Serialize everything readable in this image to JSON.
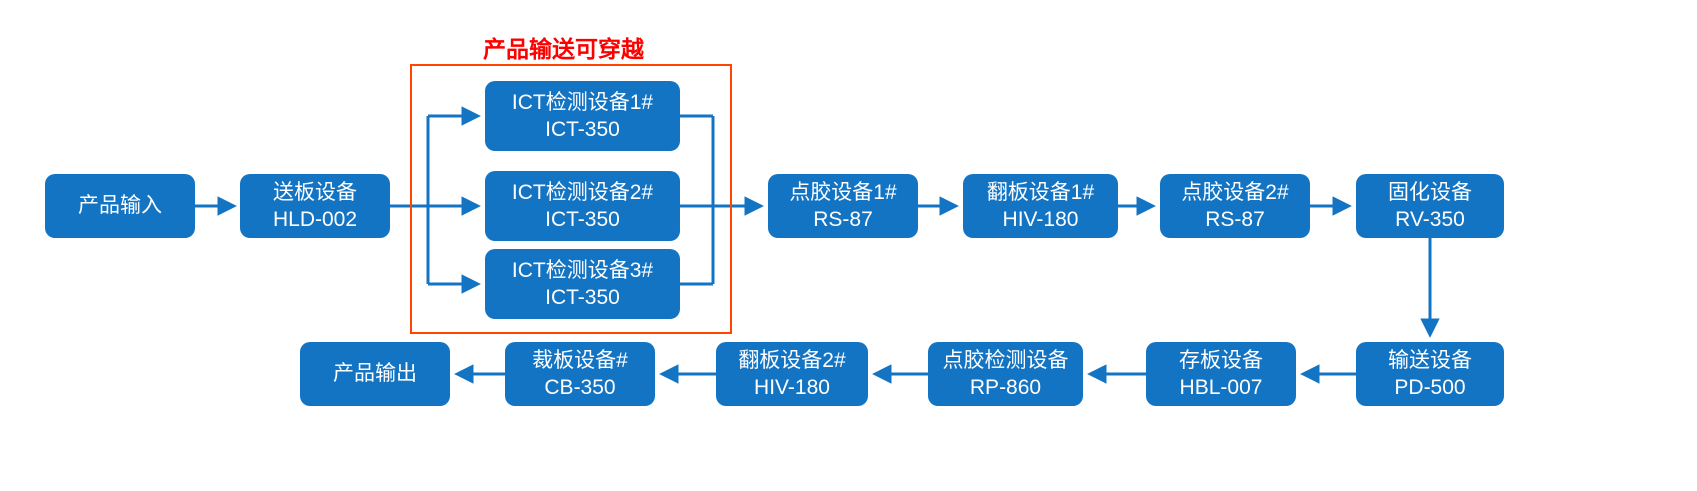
{
  "colors": {
    "accent": "#1474c4",
    "box_text": "#ffffff",
    "annotation_border": "#ff4500",
    "annotation_text": "#ff0000"
  },
  "annotation": {
    "label": "产品输送可穿越"
  },
  "nodes": {
    "input": {
      "line1": "产品输入",
      "line2": ""
    },
    "feeder": {
      "line1": "送板设备",
      "line2": "HLD-002"
    },
    "ict1": {
      "line1": "ICT检测设备1#",
      "line2": "ICT-350"
    },
    "ict2": {
      "line1": "ICT检测设备2#",
      "line2": "ICT-350"
    },
    "ict3": {
      "line1": "ICT检测设备3#",
      "line2": "ICT-350"
    },
    "glue1": {
      "line1": "点胶设备1#",
      "line2": "RS-87"
    },
    "flip1": {
      "line1": "翻板设备1#",
      "line2": "HIV-180"
    },
    "glue2": {
      "line1": "点胶设备2#",
      "line2": "RS-87"
    },
    "cure": {
      "line1": "固化设备",
      "line2": "RV-350"
    },
    "convey": {
      "line1": "输送设备",
      "line2": "PD-500"
    },
    "store": {
      "line1": "存板设备",
      "line2": "HBL-007"
    },
    "ginspect": {
      "line1": "点胶检测设备",
      "line2": "RP-860"
    },
    "flip2": {
      "line1": "翻板设备2#",
      "line2": "HIV-180"
    },
    "cut": {
      "line1": "裁板设备#",
      "line2": "CB-350"
    },
    "output": {
      "line1": "产品输出",
      "line2": ""
    }
  }
}
